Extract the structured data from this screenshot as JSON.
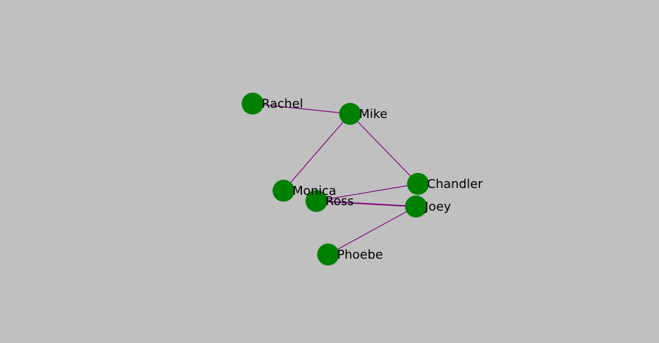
{
  "graph": {
    "node_color": "#008000",
    "edge_color": "#800080",
    "background": "#c0c0c0",
    "nodes": [
      {
        "id": "Rachel",
        "label": "Rachel"
      },
      {
        "id": "Mike",
        "label": "Mike"
      },
      {
        "id": "Monica",
        "label": "Monica"
      },
      {
        "id": "Ross",
        "label": "Ross"
      },
      {
        "id": "Chandler",
        "label": "Chandler"
      },
      {
        "id": "Joey",
        "label": "Joey"
      },
      {
        "id": "Phoebe",
        "label": "Phoebe"
      }
    ],
    "edges": [
      [
        "Rachel",
        "Mike"
      ],
      [
        "Mike",
        "Monica"
      ],
      [
        "Mike",
        "Chandler"
      ],
      [
        "Ross",
        "Chandler"
      ],
      [
        "Ross",
        "Joey"
      ],
      [
        "Joey",
        "Phoebe"
      ]
    ]
  }
}
